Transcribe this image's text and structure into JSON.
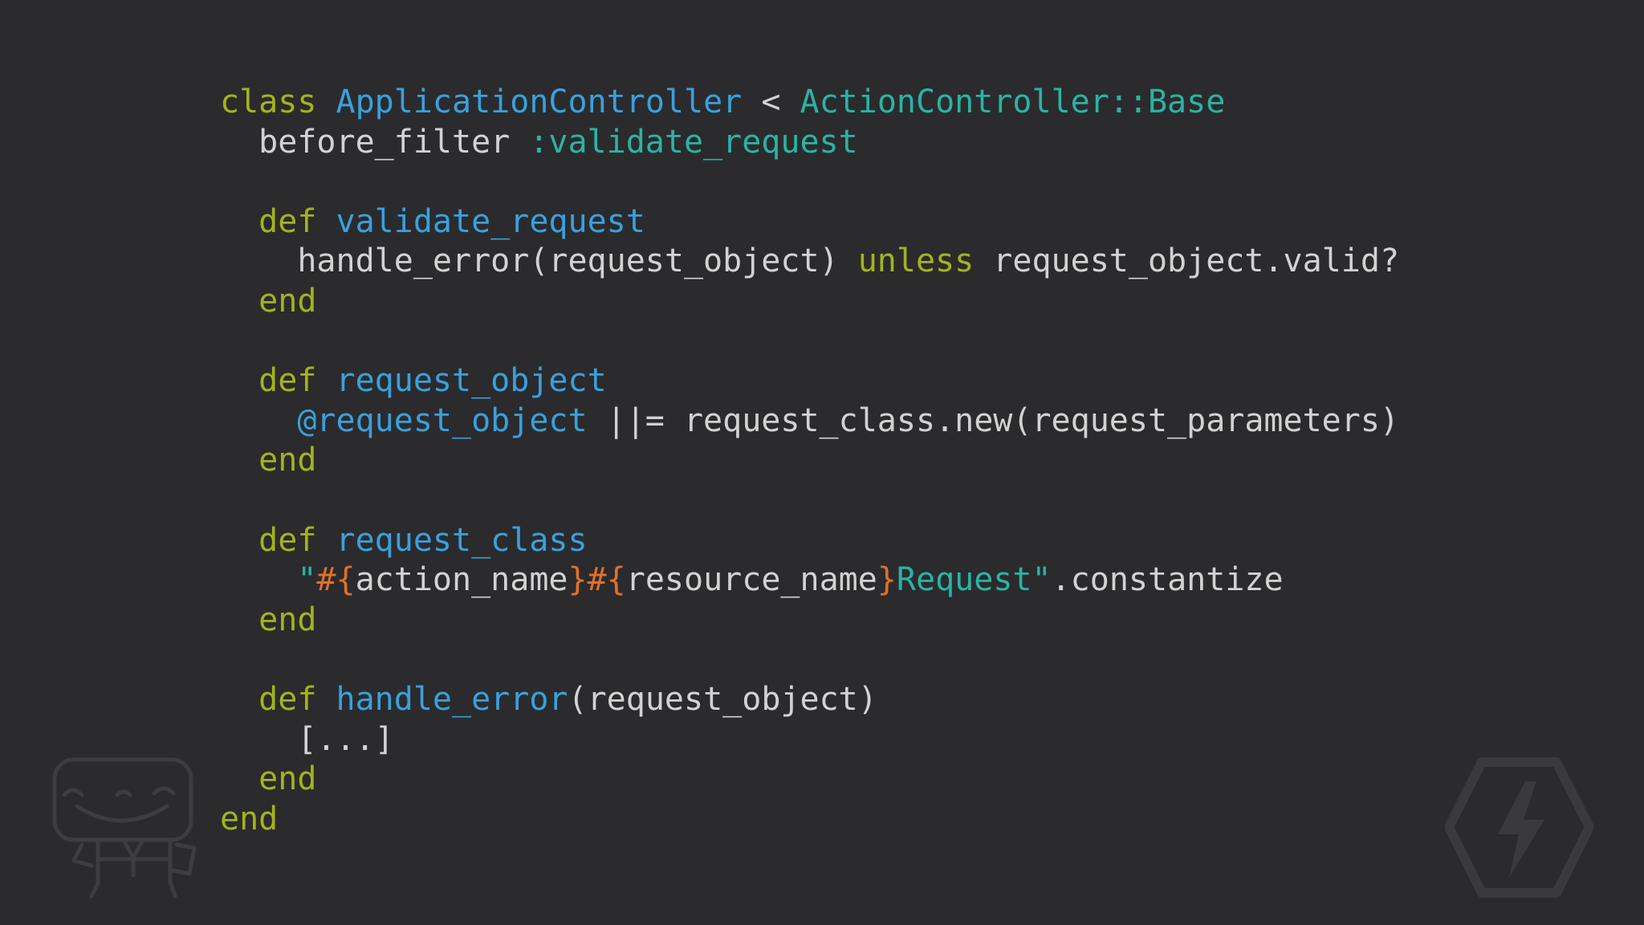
{
  "slide": {
    "background": "#2b2b2d",
    "colors": {
      "keyword": "#a2b41d",
      "method": "#3aa0dc",
      "constant": "#2bb3a3",
      "string": "#2bb3a3",
      "interpolation": "#e0702a",
      "text": "#d2d2d2"
    },
    "code_lines": [
      [
        {
          "t": "class",
          "k": "kw"
        },
        {
          "t": " ",
          "k": "plain"
        },
        {
          "t": "ApplicationController",
          "k": "fn"
        },
        {
          "t": " < ",
          "k": "op"
        },
        {
          "t": "ActionController::Base",
          "k": "cl"
        }
      ],
      [
        {
          "t": "  before_filter ",
          "k": "plain"
        },
        {
          "t": ":validate_request",
          "k": "sym"
        }
      ],
      [],
      [
        {
          "t": "  ",
          "k": "plain"
        },
        {
          "t": "def",
          "k": "kw"
        },
        {
          "t": " ",
          "k": "plain"
        },
        {
          "t": "validate_request",
          "k": "fn"
        }
      ],
      [
        {
          "t": "    handle_error(request_object) ",
          "k": "plain"
        },
        {
          "t": "unless",
          "k": "kw"
        },
        {
          "t": " request_object.valid?",
          "k": "plain"
        }
      ],
      [
        {
          "t": "  ",
          "k": "plain"
        },
        {
          "t": "end",
          "k": "kw"
        }
      ],
      [],
      [
        {
          "t": "  ",
          "k": "plain"
        },
        {
          "t": "def",
          "k": "kw"
        },
        {
          "t": " ",
          "k": "plain"
        },
        {
          "t": "request_object",
          "k": "fn"
        }
      ],
      [
        {
          "t": "    ",
          "k": "plain"
        },
        {
          "t": "@request_object",
          "k": "ivar"
        },
        {
          "t": " ||= request_class.new(request_parameters)",
          "k": "plain"
        }
      ],
      [
        {
          "t": "  ",
          "k": "plain"
        },
        {
          "t": "end",
          "k": "kw"
        }
      ],
      [],
      [
        {
          "t": "  ",
          "k": "plain"
        },
        {
          "t": "def",
          "k": "kw"
        },
        {
          "t": " ",
          "k": "plain"
        },
        {
          "t": "request_class",
          "k": "fn"
        }
      ],
      [
        {
          "t": "    ",
          "k": "plain"
        },
        {
          "t": "\"",
          "k": "str"
        },
        {
          "t": "#{",
          "k": "interp"
        },
        {
          "t": "action_name",
          "k": "plain"
        },
        {
          "t": "}#{",
          "k": "interp"
        },
        {
          "t": "resource_name",
          "k": "plain"
        },
        {
          "t": "}",
          "k": "interp"
        },
        {
          "t": "Request\"",
          "k": "str"
        },
        {
          "t": ".constantize",
          "k": "plain"
        }
      ],
      [
        {
          "t": "  ",
          "k": "plain"
        },
        {
          "t": "end",
          "k": "kw"
        }
      ],
      [],
      [
        {
          "t": "  ",
          "k": "plain"
        },
        {
          "t": "def",
          "k": "kw"
        },
        {
          "t": " ",
          "k": "plain"
        },
        {
          "t": "handle_error",
          "k": "fn"
        },
        {
          "t": "(request_object)",
          "k": "plain"
        }
      ],
      [
        {
          "t": "    [...]",
          "k": "plain"
        }
      ],
      [
        {
          "t": "  ",
          "k": "plain"
        },
        {
          "t": "end",
          "k": "kw"
        }
      ],
      [
        {
          "t": "end",
          "k": "kw"
        }
      ]
    ],
    "icons": {
      "mascot": "smiling-robot-mascot-icon",
      "brand": "hexagon-lightning-bolt-icon"
    }
  }
}
